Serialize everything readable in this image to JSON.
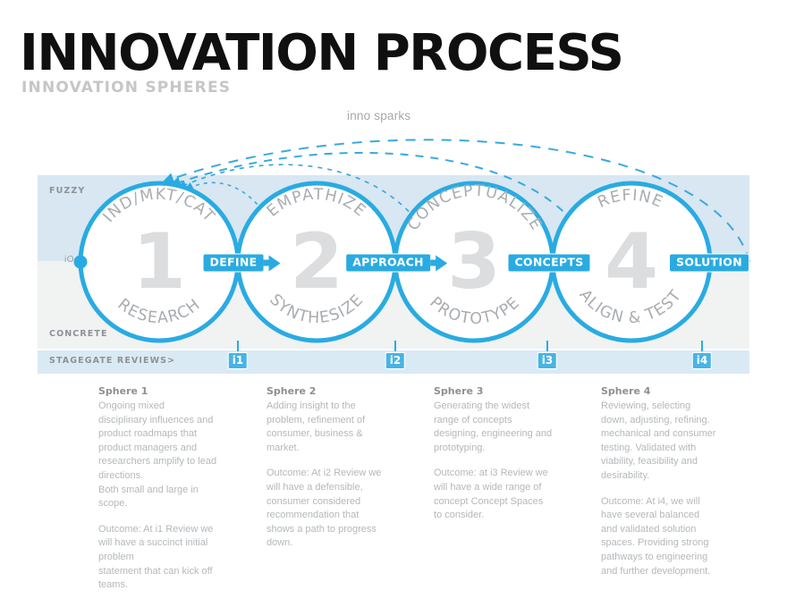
{
  "header": {
    "title": "INNOVATION PROCESS",
    "subtitle": "INNOVATION SPHERES"
  },
  "diagram": {
    "sparks_label": "inno sparks",
    "origin_label": "iO",
    "axis_labels": {
      "fuzzy": "FUZZY",
      "concrete": "CONCRETE",
      "stagegate": "STAGEGATE REVIEWS>"
    },
    "spheres": [
      {
        "number": "1",
        "top_label": "IND/MKT/CAT",
        "bottom_label": "RESEARCH"
      },
      {
        "number": "2",
        "top_label": "EMPATHIZE",
        "bottom_label": "SYNTHESIZE"
      },
      {
        "number": "3",
        "top_label": "CONCEPTUALIZE",
        "bottom_label": "PROTOTYPE"
      },
      {
        "number": "4",
        "top_label": "REFINE",
        "bottom_label": "ALIGN & TEST"
      }
    ],
    "connectors": [
      {
        "label": "DEFINE",
        "arrow": true
      },
      {
        "label": "APPROACH",
        "arrow": true
      },
      {
        "label": "CONCEPTS",
        "arrow": false
      },
      {
        "label": "SOLUTION",
        "arrow": false
      }
    ],
    "gates": [
      "i1",
      "i2",
      "i3",
      "i4"
    ]
  },
  "columns": [
    {
      "heading": "Sphere 1",
      "body": "Ongoing mixed\ndisciplinary influences and\nproduct roadmaps that\nproduct managers and\nresearchers amplify to lead\ndirections.\nBoth small and large in\nscope.",
      "outcome": "Outcome: At i1 Review we\nwill have a succinct initial\nproblem\nstatement that can kick off\nteams."
    },
    {
      "heading": "Sphere 2",
      "body": "Adding insight to the\nproblem, refinement of\nconsumer, business &\nmarket.",
      "outcome": "Outcome: At i2 Review we\nwill have a defensible,\nconsumer considered\nrecommendation that\nshows a path to progress\ndown."
    },
    {
      "heading": "Sphere 3",
      "body": "Generating the widest\nrange of concepts\ndesigning, engineering and\nprototyping.",
      "outcome": "Outcome: at i3 Review we\nwill have a wide range of\nconcept Concept Spaces\nto consider."
    },
    {
      "heading": "Sphere 4",
      "body": "Reviewing, selecting\ndown, adjusting, refining.\nmechanical and consumer\ntesting. Validated with\nviability, feasibility and\ndesirability.",
      "outcome": "Outcome:  At i4, we will\nhave several balanced\nand validated solution\nspaces.  Providing strong\npathways to engineering\nand further development."
    }
  ],
  "colors": {
    "accent": "#29abe2",
    "accent_light": "#47b4e5",
    "band_fuzzy": "#d8e7f2",
    "band_concrete": "#f1f2f2",
    "band_gate": "#daeaf4",
    "title": "#101010",
    "subtitle": "#c6c6c6",
    "body_text": "#b4b8bb"
  }
}
